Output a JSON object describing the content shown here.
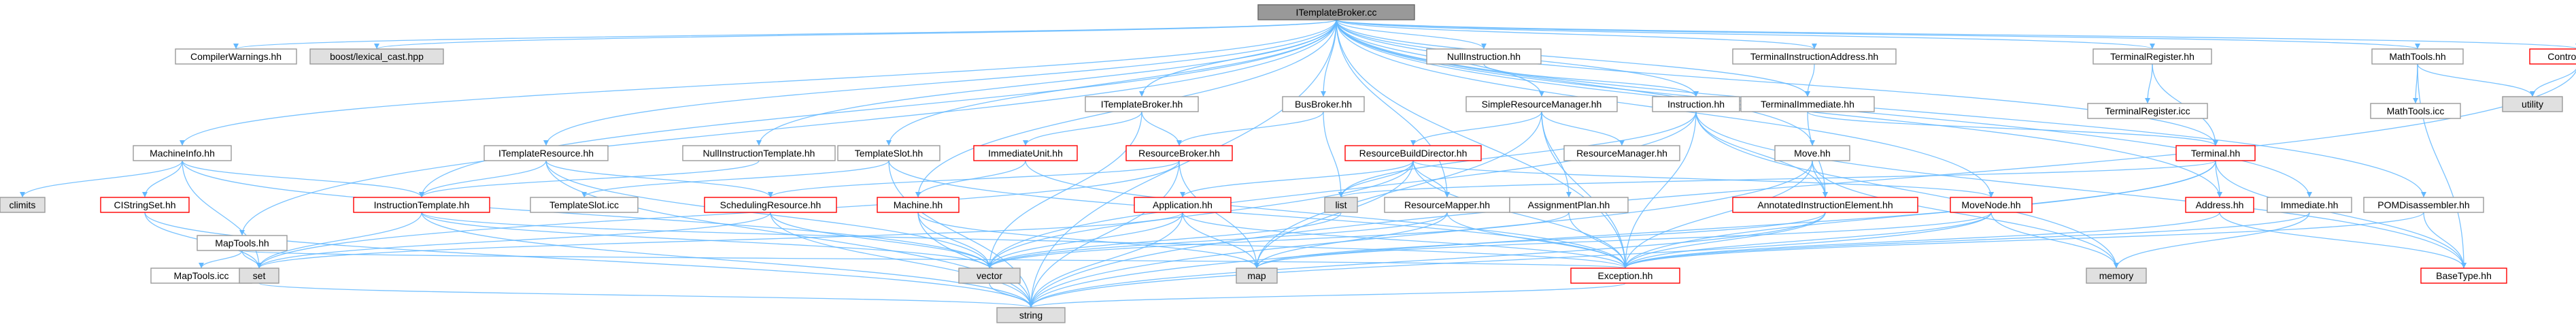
{
  "colors": {
    "root_fill": "#999999",
    "root_border": "#666666",
    "normal_fill": "#ffffff",
    "normal_border": "#999999",
    "red_border": "#ff0000",
    "gray_fill": "#e0e0e0",
    "edge_blue": "#63b8ff",
    "edge_gray": "#999999"
  },
  "graph": {
    "root": "root",
    "nodes": [
      {
        "id": "root",
        "label": "ITemplateBroker.cc",
        "style": "root"
      },
      {
        "id": "compilerwarnings",
        "label": "CompilerWarnings.hh",
        "style": "normal"
      },
      {
        "id": "lexicalcast",
        "label": "boost/lexical_cast.hpp",
        "style": "gray"
      },
      {
        "id": "nullinstruction",
        "label": "NullInstruction.hh",
        "style": "normal"
      },
      {
        "id": "terminalinstructionaddress",
        "label": "TerminalInstructionAddress.hh",
        "style": "normal"
      },
      {
        "id": "terminalregister",
        "label": "TerminalRegister.hh",
        "style": "normal"
      },
      {
        "id": "terminalregistericc",
        "label": "TerminalRegister.icc",
        "style": "normal"
      },
      {
        "id": "mathtools",
        "label": "MathTools.hh",
        "style": "normal"
      },
      {
        "id": "controlunit",
        "label": "ControlUnit.hh",
        "style": "red"
      },
      {
        "id": "mathtoolsicc",
        "label": "MathTools.icc",
        "style": "normal"
      },
      {
        "id": "utility",
        "label": "utility",
        "style": "gray"
      },
      {
        "id": "itemplatebroker",
        "label": "ITemplateBroker.hh",
        "style": "normal"
      },
      {
        "id": "busbroker",
        "label": "BusBroker.hh",
        "style": "normal"
      },
      {
        "id": "simpleresourcemanager",
        "label": "SimpleResourceManager.hh",
        "style": "normal"
      },
      {
        "id": "instruction",
        "label": "Instruction.hh",
        "style": "normal"
      },
      {
        "id": "terminalimmediate",
        "label": "TerminalImmediate.hh",
        "style": "normal"
      },
      {
        "id": "machineinfo",
        "label": "MachineInfo.hh",
        "style": "normal"
      },
      {
        "id": "itemplateresource",
        "label": "ITemplateResource.hh",
        "style": "normal"
      },
      {
        "id": "nullinstructiontemplate",
        "label": "NullInstructionTemplate.hh",
        "style": "normal"
      },
      {
        "id": "templateslot",
        "label": "TemplateSlot.hh",
        "style": "normal"
      },
      {
        "id": "immediateunit",
        "label": "ImmediateUnit.hh",
        "style": "red"
      },
      {
        "id": "resourcebroker",
        "label": "ResourceBroker.hh",
        "style": "red"
      },
      {
        "id": "resourcebuilddirector",
        "label": "ResourceBuildDirector.hh",
        "style": "red"
      },
      {
        "id": "resourcemanager",
        "label": "ResourceManager.hh",
        "style": "normal"
      },
      {
        "id": "move",
        "label": "Move.hh",
        "style": "normal"
      },
      {
        "id": "terminal",
        "label": "Terminal.hh",
        "style": "red"
      },
      {
        "id": "climits",
        "label": "climits",
        "style": "gray"
      },
      {
        "id": "cistringset",
        "label": "CIStringSet.hh",
        "style": "red"
      },
      {
        "id": "instructiontemplate",
        "label": "InstructionTemplate.hh",
        "style": "red"
      },
      {
        "id": "templateslothh2",
        "label": "TemplateSlot.icc",
        "style": "normal"
      },
      {
        "id": "schedulingresource",
        "label": "SchedulingResource.hh",
        "style": "red"
      },
      {
        "id": "machine",
        "label": "Machine.hh",
        "style": "red"
      },
      {
        "id": "list",
        "label": "list",
        "style": "gray"
      },
      {
        "id": "application",
        "label": "Application.hh",
        "style": "red"
      },
      {
        "id": "resourcemapper",
        "label": "ResourceMapper.hh",
        "style": "normal"
      },
      {
        "id": "assignmentplan",
        "label": "AssignmentPlan.hh",
        "style": "normal"
      },
      {
        "id": "annotatedinstructionelement",
        "label": "AnnotatedInstructionElement.hh",
        "style": "red"
      },
      {
        "id": "movenode",
        "label": "MoveNode.hh",
        "style": "red"
      },
      {
        "id": "address",
        "label": "Address.hh",
        "style": "red"
      },
      {
        "id": "immediate",
        "label": "Immediate.hh",
        "style": "normal"
      },
      {
        "id": "pomdisassembler",
        "label": "POMDisassembler.hh",
        "style": "normal"
      },
      {
        "id": "maptools",
        "label": "MapTools.hh",
        "style": "normal"
      },
      {
        "id": "maptoolsicc",
        "label": "MapTools.icc",
        "style": "normal"
      },
      {
        "id": "set",
        "label": "set",
        "style": "gray"
      },
      {
        "id": "vector",
        "label": "vector",
        "style": "gray"
      },
      {
        "id": "map",
        "label": "map",
        "style": "gray"
      },
      {
        "id": "exception",
        "label": "Exception.hh",
        "style": "red"
      },
      {
        "id": "memory",
        "label": "memory",
        "style": "gray"
      },
      {
        "id": "basetype",
        "label": "BaseType.hh",
        "style": "red"
      },
      {
        "id": "string",
        "label": "string",
        "style": "gray"
      }
    ],
    "edges": [
      [
        "root",
        "compilerwarnings"
      ],
      [
        "root",
        "lexicalcast"
      ],
      [
        "root",
        "nullinstruction"
      ],
      [
        "root",
        "terminalinstructionaddress"
      ],
      [
        "root",
        "terminalregister"
      ],
      [
        "root",
        "mathtools"
      ],
      [
        "root",
        "controlunit"
      ],
      [
        "root",
        "itemplatebroker"
      ],
      [
        "root",
        "busbroker"
      ],
      [
        "root",
        "simpleresourcemanager"
      ],
      [
        "root",
        "instruction"
      ],
      [
        "root",
        "machineinfo"
      ],
      [
        "root",
        "itemplateresource"
      ],
      [
        "root",
        "nullinstructiontemplate"
      ],
      [
        "root",
        "templateslot"
      ],
      [
        "root",
        "machine"
      ],
      [
        "root",
        "move"
      ],
      [
        "root",
        "movenode"
      ],
      [
        "root",
        "immediate"
      ],
      [
        "root",
        "pomdisassembler"
      ],
      [
        "root",
        "maptools"
      ],
      [
        "root",
        "instructiontemplate"
      ],
      [
        "root",
        "terminal"
      ],
      [
        "root",
        "terminalimmediate"
      ],
      [
        "root",
        "exception"
      ],
      [
        "root",
        "string"
      ],
      [
        "root",
        "resourcemapper"
      ],
      [
        "root",
        "address"
      ],
      [
        "terminalregister",
        "terminalregistericc"
      ],
      [
        "terminalregister",
        "terminal"
      ],
      [
        "mathtools",
        "mathtoolsicc"
      ],
      [
        "mathtools",
        "utility"
      ],
      [
        "mathtools",
        "basetype"
      ],
      [
        "controlunit",
        "utility"
      ],
      [
        "controlunit",
        "string"
      ],
      [
        "terminalinstructionaddress",
        "terminalimmediate"
      ],
      [
        "terminalimmediate",
        "annotatedinstructionelement"
      ],
      [
        "terminalimmediate",
        "terminal"
      ],
      [
        "nullinstruction",
        "instruction"
      ],
      [
        "itemplatebroker",
        "immediateunit"
      ],
      [
        "itemplatebroker",
        "resourcebroker"
      ],
      [
        "itemplatebroker",
        "vector"
      ],
      [
        "busbroker",
        "resourcebroker"
      ],
      [
        "busbroker",
        "list"
      ],
      [
        "simpleresourcemanager",
        "resourcemanager"
      ],
      [
        "simpleresourcemanager",
        "resourcebuilddirector"
      ],
      [
        "simpleresourcemanager",
        "assignmentplan"
      ],
      [
        "simpleresourcemanager",
        "map"
      ],
      [
        "simpleresourcemanager",
        "exception"
      ],
      [
        "instruction",
        "vector"
      ],
      [
        "instruction",
        "memory"
      ],
      [
        "instruction",
        "annotatedinstructionelement"
      ],
      [
        "instruction",
        "exception"
      ],
      [
        "instruction",
        "basetype"
      ],
      [
        "instruction",
        "list"
      ],
      [
        "move",
        "annotatedinstructionelement"
      ],
      [
        "move",
        "exception"
      ],
      [
        "move",
        "string"
      ],
      [
        "move",
        "memory"
      ],
      [
        "machineinfo",
        "climits"
      ],
      [
        "machineinfo",
        "cistringset"
      ],
      [
        "machineinfo",
        "instructiontemplate"
      ],
      [
        "machineinfo",
        "set"
      ],
      [
        "machineinfo",
        "vector"
      ],
      [
        "itemplateresource",
        "instructiontemplate"
      ],
      [
        "itemplateresource",
        "schedulingresource"
      ],
      [
        "itemplateresource",
        "string"
      ],
      [
        "itemplateresource",
        "vector"
      ],
      [
        "nullinstructiontemplate",
        "instructiontemplate"
      ],
      [
        "templateslot",
        "templateslothh2"
      ],
      [
        "templateslot",
        "string"
      ],
      [
        "templateslot",
        "exception"
      ],
      [
        "immediateunit",
        "machine"
      ],
      [
        "immediateunit",
        "exception"
      ],
      [
        "resourcebroker",
        "schedulingresource"
      ],
      [
        "resourcebroker",
        "map"
      ],
      [
        "resourcebroker",
        "set"
      ],
      [
        "resourcebroker",
        "string"
      ],
      [
        "resourcebuilddirector",
        "application"
      ],
      [
        "resourcebuilddirector",
        "resourcemapper"
      ],
      [
        "resourcebuilddirector",
        "vector"
      ],
      [
        "resourcebuilddirector",
        "map"
      ],
      [
        "resourcebuilddirector",
        "list"
      ],
      [
        "resourcebuilddirector",
        "movenode"
      ],
      [
        "resourcebuilddirector",
        "exception"
      ],
      [
        "terminal",
        "address"
      ],
      [
        "terminal",
        "list"
      ],
      [
        "terminal",
        "basetype"
      ],
      [
        "terminal",
        "exception"
      ],
      [
        "terminal",
        "string"
      ],
      [
        "cistringset",
        "set"
      ],
      [
        "cistringset",
        "string"
      ],
      [
        "instructiontemplate",
        "vector"
      ],
      [
        "instructiontemplate",
        "string"
      ],
      [
        "instructiontemplate",
        "set"
      ],
      [
        "instructiontemplate",
        "exception"
      ],
      [
        "schedulingresource",
        "vector"
      ],
      [
        "schedulingresource",
        "set"
      ],
      [
        "schedulingresource",
        "string"
      ],
      [
        "machine",
        "vector"
      ],
      [
        "machine",
        "string"
      ],
      [
        "machine",
        "map"
      ],
      [
        "application",
        "vector"
      ],
      [
        "application",
        "string"
      ],
      [
        "application",
        "map"
      ],
      [
        "application",
        "exception"
      ],
      [
        "application",
        "set"
      ],
      [
        "resourcemapper",
        "exception"
      ],
      [
        "resourcemapper",
        "map"
      ],
      [
        "resourcemapper",
        "vector"
      ],
      [
        "assignmentplan",
        "vector"
      ],
      [
        "assignmentplan",
        "exception"
      ],
      [
        "annotatedinstructionelement",
        "map"
      ],
      [
        "annotatedinstructionelement",
        "exception"
      ],
      [
        "annotatedinstructionelement",
        "string"
      ],
      [
        "movenode",
        "exception"
      ],
      [
        "movenode",
        "memory"
      ],
      [
        "movenode",
        "string"
      ],
      [
        "movenode",
        "map"
      ],
      [
        "address",
        "basetype"
      ],
      [
        "address",
        "exception"
      ],
      [
        "immediate",
        "exception"
      ],
      [
        "immediate",
        "memory"
      ],
      [
        "pomdisassembler",
        "basetype"
      ],
      [
        "pomdisassembler",
        "exception"
      ],
      [
        "maptools",
        "maptoolsicc"
      ],
      [
        "maptools",
        "set"
      ],
      [
        "maptools",
        "exception"
      ],
      [
        "list",
        "vector"
      ],
      [
        "exception",
        "string"
      ],
      [
        "set",
        "string"
      ],
      [
        "vector",
        "string"
      ]
    ]
  }
}
